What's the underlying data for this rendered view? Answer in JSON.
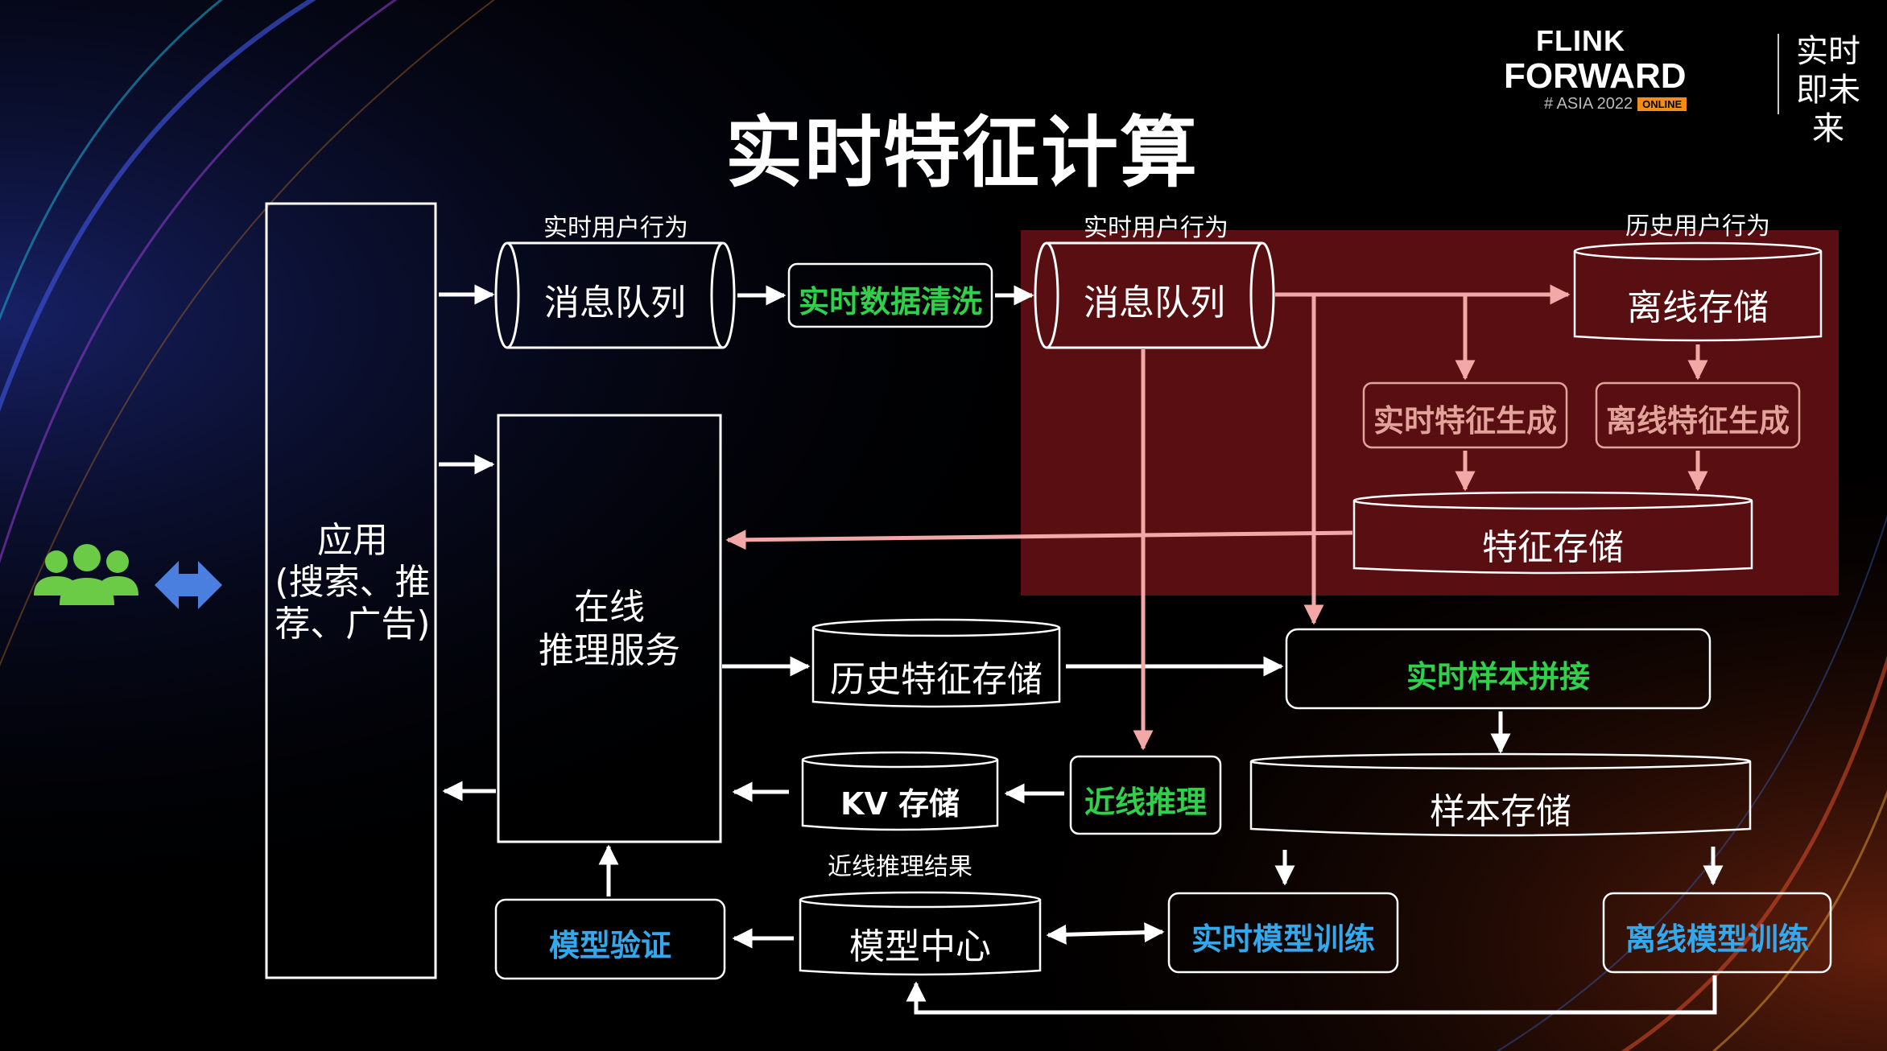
{
  "title": "实时特征计算",
  "logo": {
    "line1": "FLINK",
    "line2": "FORWARD",
    "line3": "# ASIA 2022",
    "badge": "ONLINE",
    "slogan": "实时即未来"
  },
  "users_icon": "users-group-icon",
  "app_box": {
    "line1": "应用",
    "line2": "(搜索、推",
    "line3": "荐、广告)"
  },
  "online_inference": {
    "line1": "在线",
    "line2": "推理服务"
  },
  "labels": {
    "realtime_behavior_left": "实时用户行为",
    "realtime_behavior_right": "实时用户行为",
    "history_behavior": "历史用户行为",
    "nearline_result": "近线推理结果"
  },
  "nodes": {
    "mq_left": "消息队列",
    "data_clean": "实时数据清洗",
    "mq_right": "消息队列",
    "offline_storage": "离线存储",
    "rt_feature_gen": "实时特征生成",
    "offline_feature_gen": "离线特征生成",
    "feature_storage": "特征存储",
    "history_feature_storage": "历史特征存储",
    "rt_sample_join": "实时样本拼接",
    "kv_storage": "KV 存储",
    "nearline_inference": "近线推理",
    "sample_storage": "样本存储",
    "model_validation": "模型验证",
    "model_center": "模型中心",
    "rt_model_train": "实时模型训练",
    "offline_model_train": "离线模型训练"
  },
  "colors": {
    "background": "#000000",
    "highlight_region": "#5e0f12",
    "green_text": "#2fd14a",
    "blue_text": "#34a8ec",
    "salmon_text": "#e2a39a",
    "people_icon": "#6ccb46",
    "double_arrow": "#4a7fe0",
    "pink_arrow": "#f3a8a8"
  }
}
